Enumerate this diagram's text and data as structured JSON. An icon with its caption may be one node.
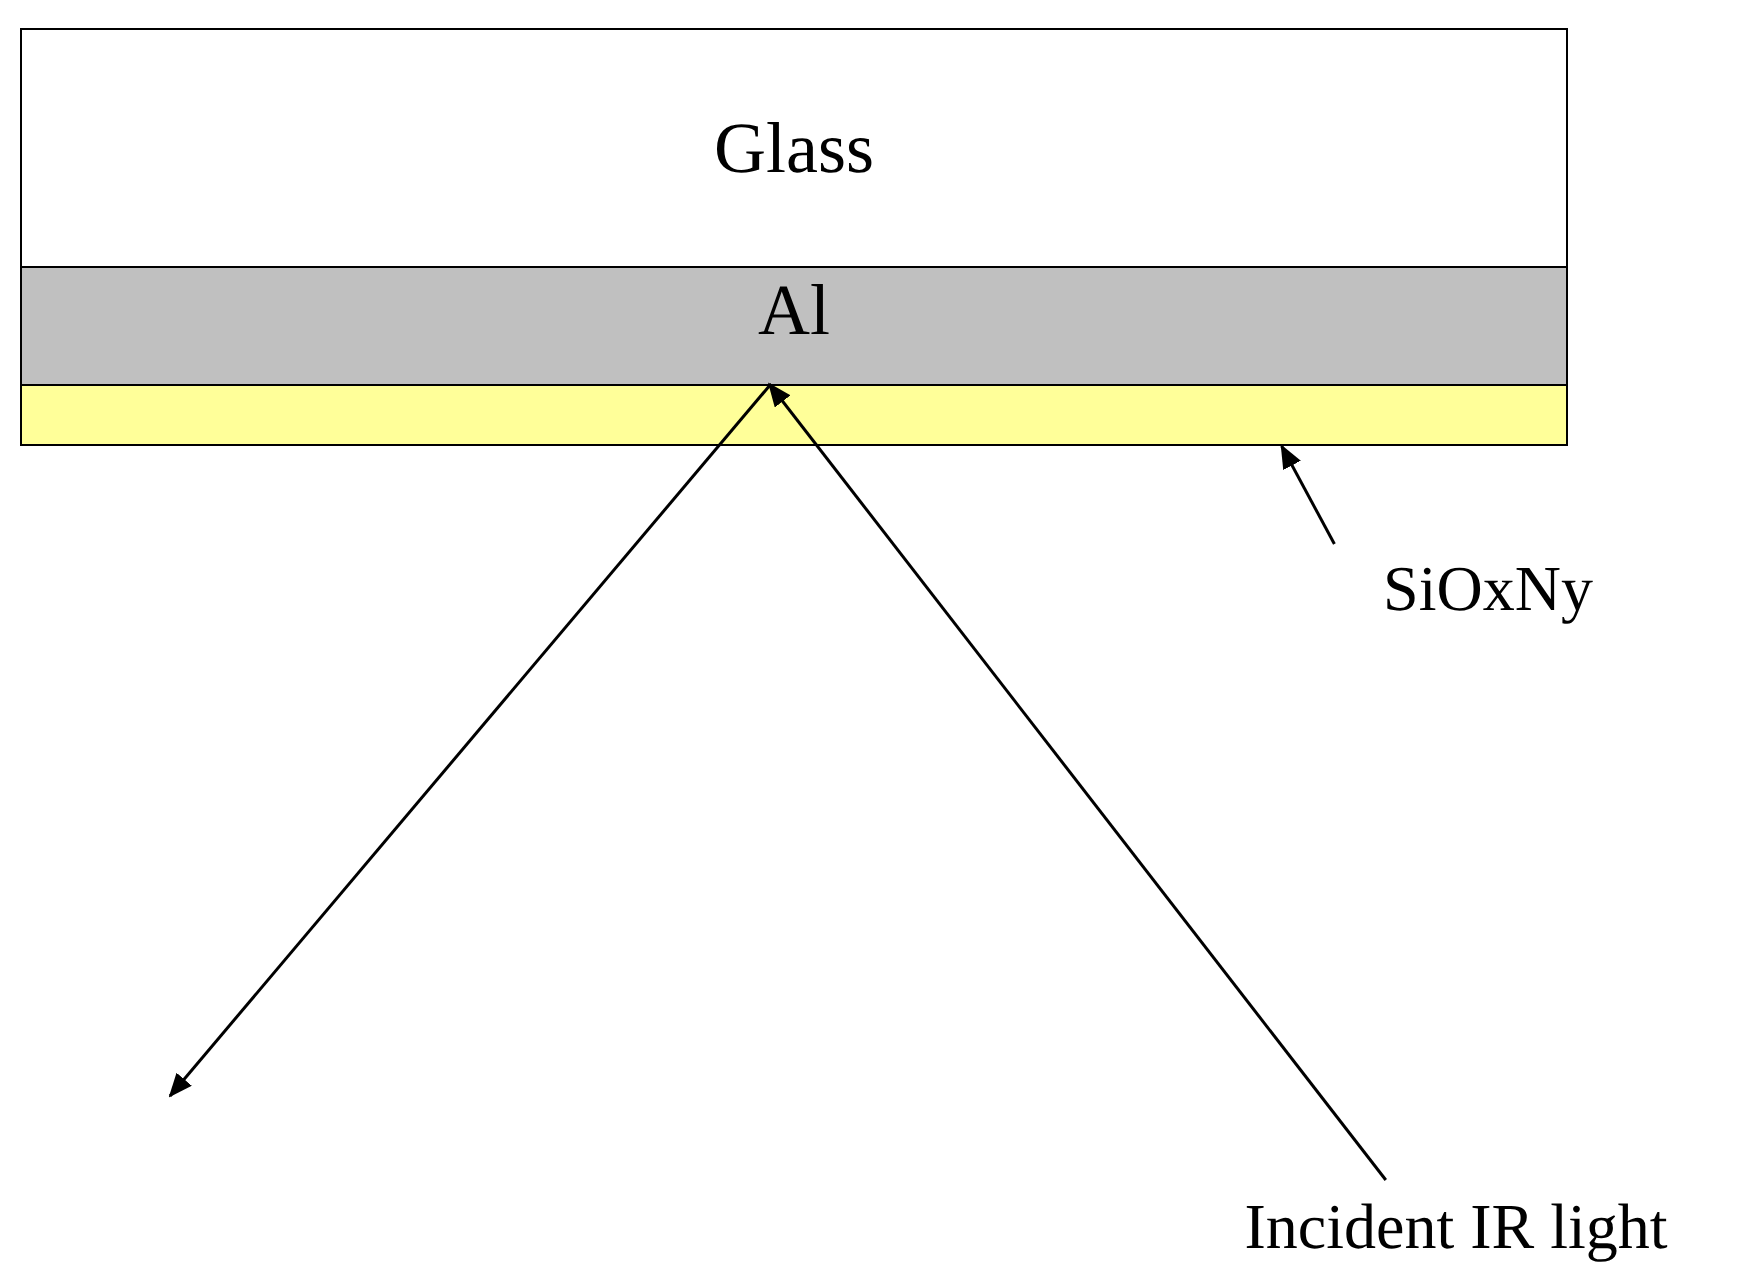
{
  "diagram": {
    "nodes": [
      {
        "text": [
          "Glass"
        ]
      },
      {
        "text": [
          "Al"
        ]
      },
      {
        "text": [],
        "shape": "bar"
      },
      {
        "text": [
          "SiOxNy"
        ]
      },
      {
        "text": [
          "Incident IR light"
        ]
      }
    ],
    "edges": [
      {
        "from": 4,
        "to": 2,
        "arrow": "to"
      },
      {
        "from": 1,
        "to": null,
        "arrow": "to"
      },
      {
        "from": 3,
        "to": 2,
        "arrow": "to"
      }
    ]
  }
}
